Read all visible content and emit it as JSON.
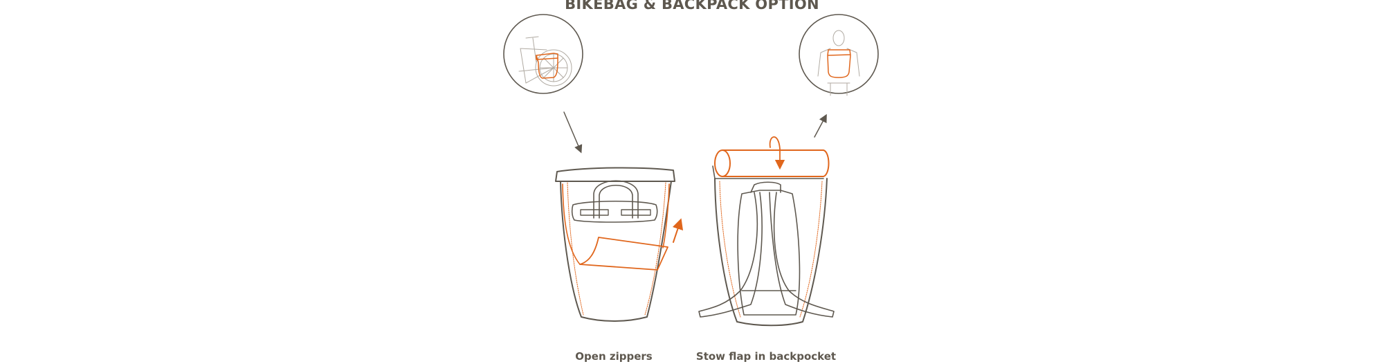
{
  "title": "BIKEBAG & BACKPACK OPTION",
  "steps": [
    {
      "label": "Open zippers"
    },
    {
      "label": "Stow flap in backpocket"
    }
  ],
  "icons": [
    "bicycle-pannier-icon",
    "person-backpack-icon"
  ],
  "colors": {
    "outline": "#5e584f",
    "accent": "#e0661c",
    "light": "#b0aaa2"
  }
}
